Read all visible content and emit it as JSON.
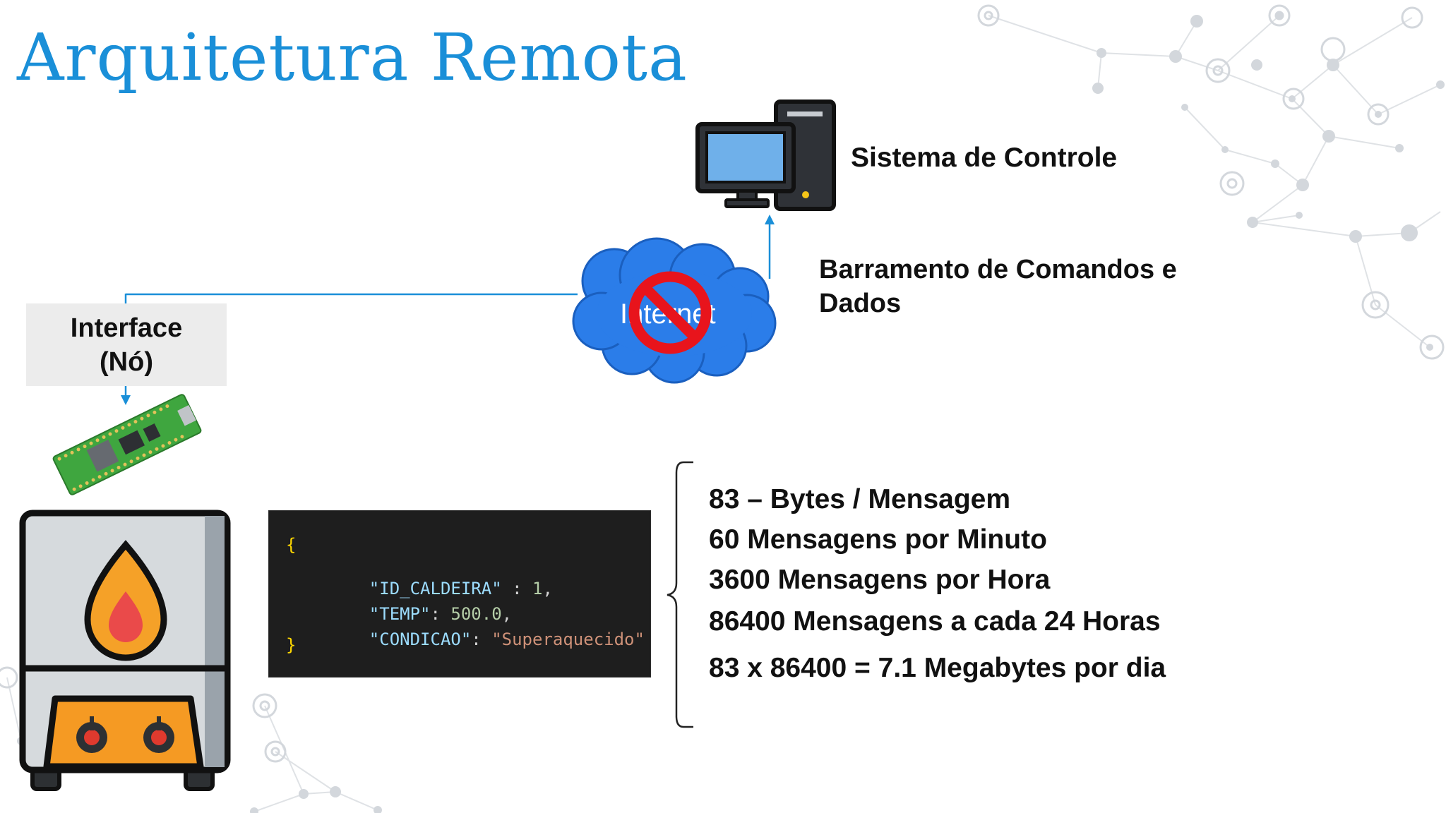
{
  "title": "Arquitetura Remota",
  "control_system": {
    "label": "Sistema de Controle",
    "icon": "desktop-computer-icon"
  },
  "bus": {
    "line1": "Barramento de Comandos e",
    "line2": "Dados"
  },
  "internet": {
    "label": "Internet",
    "icon": "cloud-icon",
    "blocked_icon": "prohibited-icon"
  },
  "interface_node": {
    "line1": "Interface",
    "line2": "(Nó)",
    "device_icon": "microcontroller-board-icon"
  },
  "boiler": {
    "icon": "boiler-furnace-icon"
  },
  "code": {
    "open_brace": "{",
    "close_brace": "}",
    "lines": [
      {
        "key": "\"ID_CALDEIRA\"",
        "sep": " : ",
        "value": "1",
        "trail": ","
      },
      {
        "key": "\"TEMP\"",
        "sep": ": ",
        "value": "500.0",
        "trail": ","
      },
      {
        "key": "\"CONDICAO\"",
        "sep": ": ",
        "value": "\"Superaquecido\"",
        "trail": ""
      }
    ]
  },
  "stats": [
    "83 – Bytes / Mensagem",
    "60 Mensagens por Minuto",
    "3600 Mensagens por Hora",
    "86400 Mensagens a cada 24 Horas",
    "83 x 86400 = 7.1 Megabytes por dia"
  ],
  "colors": {
    "title": "#1a8fd8",
    "connector": "#1a8fd8",
    "cloud": "#2b7de9",
    "prohibited": "#e8141c",
    "code_bg": "#1e1e1e"
  }
}
